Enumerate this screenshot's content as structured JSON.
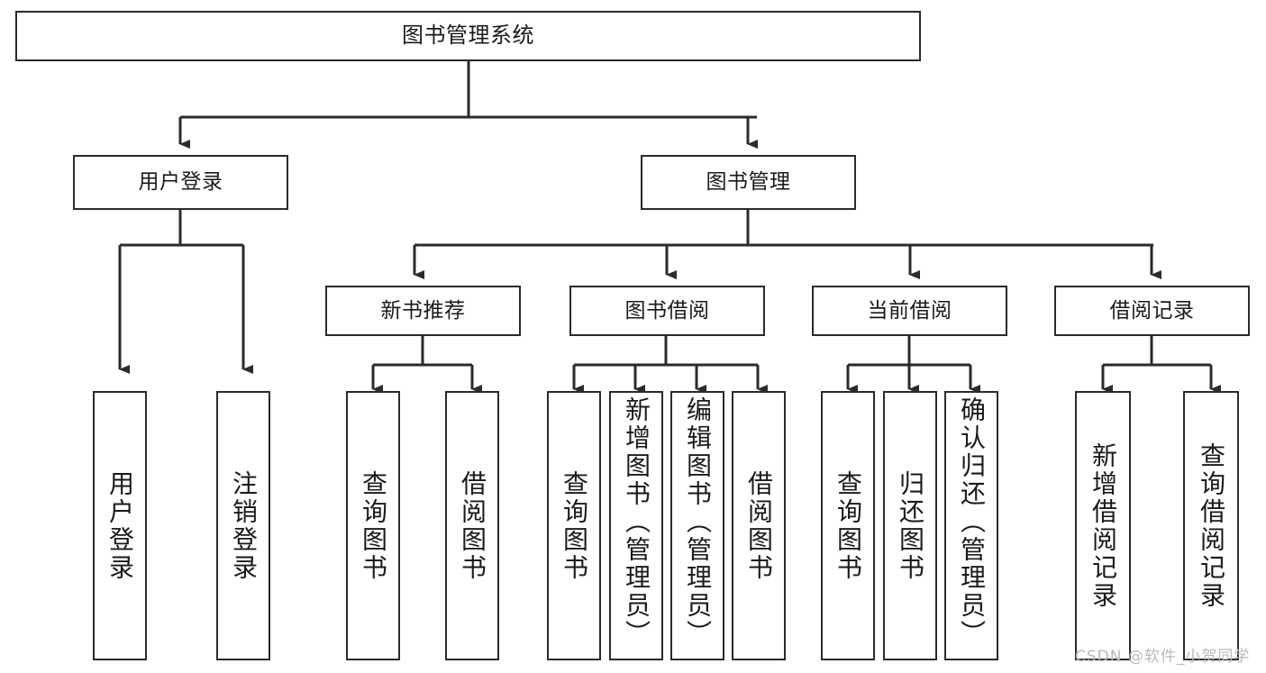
{
  "diagram": {
    "title": "图书管理系统",
    "watermark": "CSDN @软件_小贺同学",
    "colors": {
      "stroke": "#2b2b2b",
      "fill": "#ffffff",
      "background": "#ffffff",
      "watermark": "#b9b9b9"
    },
    "nodes": {
      "root": {
        "label": "图书管理系统"
      },
      "level1": [
        {
          "id": "user-login",
          "label": "用户登录"
        },
        {
          "id": "book-management",
          "label": "图书管理"
        }
      ],
      "level2": [
        {
          "id": "new-book-recommend",
          "label": "新书推荐"
        },
        {
          "id": "book-borrow",
          "label": "图书借阅"
        },
        {
          "id": "current-borrow",
          "label": "当前借阅"
        },
        {
          "id": "borrow-record",
          "label": "借阅记录"
        }
      ],
      "leaves": {
        "user_login": [
          {
            "id": "leaf-user-login",
            "label": "用户登录"
          },
          {
            "id": "leaf-logout-login",
            "label": "注销登录"
          }
        ],
        "new_book_recommend": [
          {
            "id": "leaf-query-book-1",
            "label": "查询图书"
          },
          {
            "id": "leaf-borrow-book-1",
            "label": "借阅图书"
          }
        ],
        "book_borrow": [
          {
            "id": "leaf-query-book-2",
            "label": "查询图书"
          },
          {
            "id": "leaf-add-book-admin",
            "label": "新增图书（管理员）"
          },
          {
            "id": "leaf-edit-book-admin",
            "label": "编辑图书（管理员）"
          },
          {
            "id": "leaf-borrow-book-2",
            "label": "借阅图书"
          }
        ],
        "current_borrow": [
          {
            "id": "leaf-query-book-3",
            "label": "查询图书"
          },
          {
            "id": "leaf-return-book",
            "label": "归还图书"
          },
          {
            "id": "leaf-confirm-return-admin",
            "label": "确认归还（管理员）"
          }
        ],
        "borrow_record": [
          {
            "id": "leaf-add-borrow-record",
            "label": "新增借阅记录"
          },
          {
            "id": "leaf-query-borrow-record",
            "label": "查询借阅记录"
          }
        ]
      }
    }
  }
}
